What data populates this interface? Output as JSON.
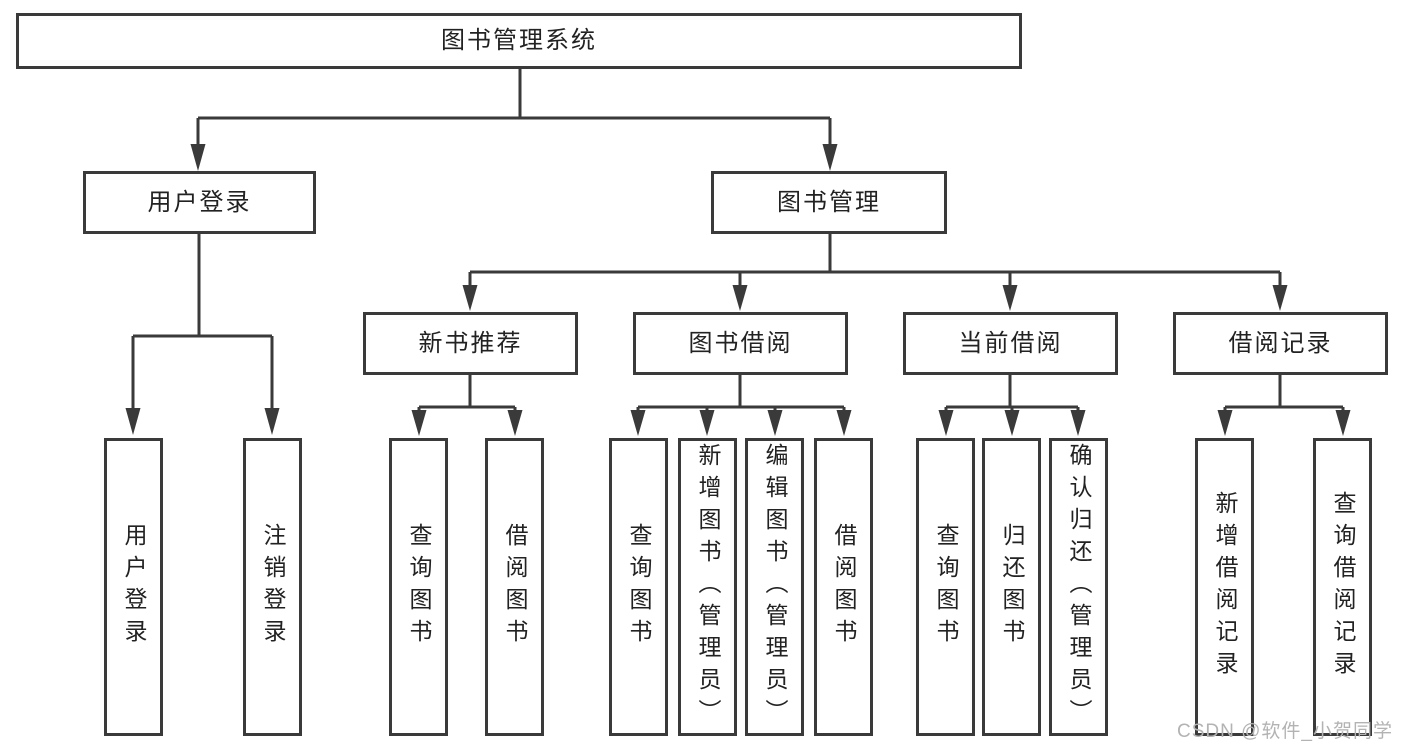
{
  "colors": {
    "line": "#3a3a3a",
    "box_border": "#3a3a3a",
    "text": "#222222",
    "background": "#ffffff",
    "watermark_text": "#b3b3b3"
  },
  "root": {
    "label": "图书管理系统"
  },
  "level2": [
    {
      "label": "用户登录"
    },
    {
      "label": "图书管理"
    }
  ],
  "level3": [
    {
      "label": "新书推荐"
    },
    {
      "label": "图书借阅"
    },
    {
      "label": "当前借阅"
    },
    {
      "label": "借阅记录"
    }
  ],
  "leaves": {
    "user_login": [
      {
        "label": "用户登录"
      },
      {
        "label": "注销登录"
      }
    ],
    "new_book_recommend": [
      {
        "label": "查询图书"
      },
      {
        "label": "借阅图书"
      }
    ],
    "book_borrow": [
      {
        "label": "查询图书"
      },
      {
        "label": "新增图书（管理员）"
      },
      {
        "label": "编辑图书（管理员）"
      },
      {
        "label": "借阅图书"
      }
    ],
    "current_borrow": [
      {
        "label": "查询图书"
      },
      {
        "label": "归还图书"
      },
      {
        "label": "确认归还（管理员）"
      }
    ],
    "borrow_records": [
      {
        "label": "新增借阅记录"
      },
      {
        "label": "查询借阅记录"
      }
    ]
  },
  "watermark": {
    "text": "CSDN @软件_小贺同学"
  }
}
